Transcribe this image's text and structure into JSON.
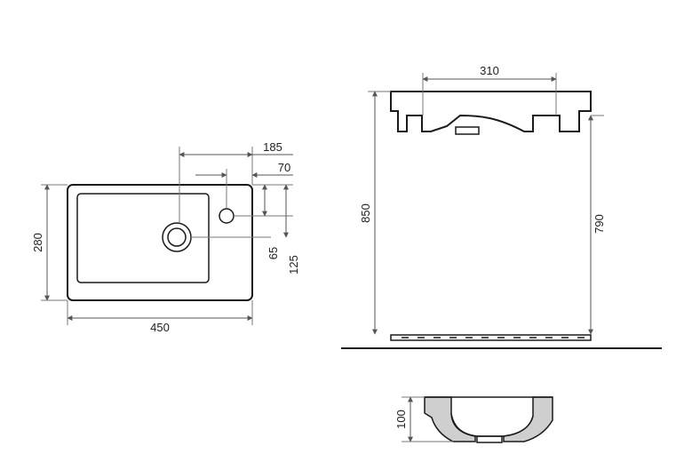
{
  "dimensions": {
    "top_hole_offset": "185",
    "tap_hole_offset": "70",
    "depth": "280",
    "width": "450",
    "drain_offset_y": "65",
    "tap_offset_y": "125",
    "top_span": "310",
    "overall_height": "850",
    "base_height": "790",
    "section_height": "100"
  },
  "colors": {
    "line": "#1a1a1a",
    "dimension": "#555555",
    "section_fill": "#cfcfcf"
  }
}
